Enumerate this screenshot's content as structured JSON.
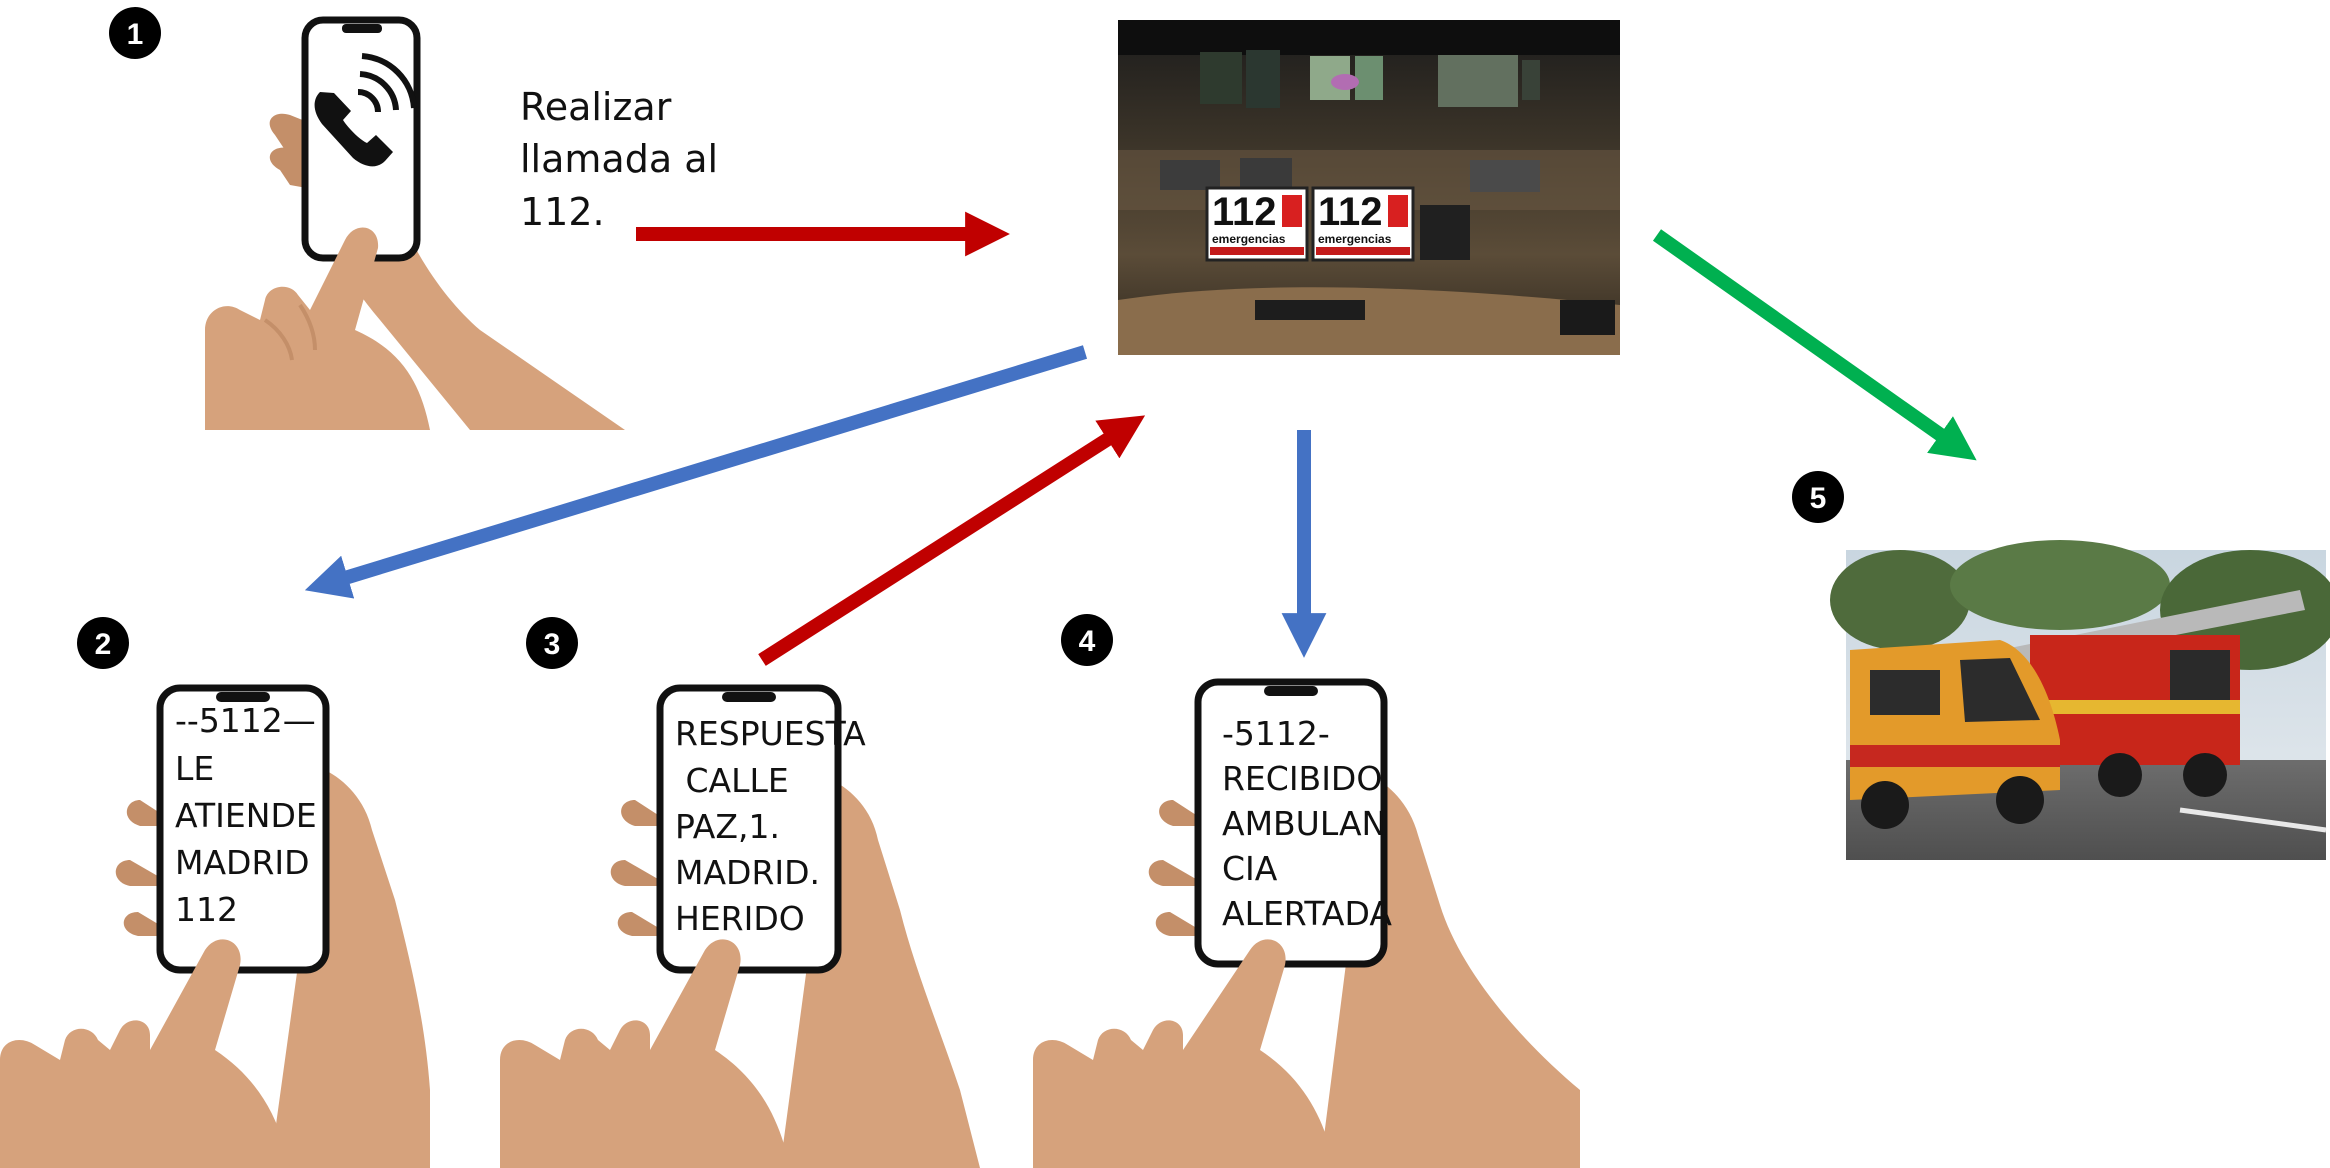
{
  "steps": [
    {
      "number": "1",
      "caption_lines": [
        "Realizar",
        "llamada al",
        "112."
      ]
    },
    {
      "number": "2",
      "screen_lines": [
        "--5112—",
        "LE",
        "ATIENDE",
        "MADRID",
        "112"
      ]
    },
    {
      "number": "3",
      "screen_lines": [
        "RESPUESTA",
        " CALLE",
        "PAZ,1.",
        "MADRID.",
        "HERIDO"
      ]
    },
    {
      "number": "4",
      "screen_lines": [
        "-5112-",
        "RECIBIDO",
        "AMBULAN",
        "CIA",
        "ALERTADA"
      ]
    },
    {
      "number": "5"
    }
  ],
  "control_room": {
    "logo_number": "112",
    "logo_text": "emergencias"
  },
  "colors": {
    "red_arrow": "#c00000",
    "blue_arrow": "#4472c4",
    "green_arrow": "#00b050",
    "skin": "#d6a27c",
    "skin_shadow": "#c48f69",
    "phone_frame": "#111111",
    "badge": "#000000"
  },
  "icons": {
    "call_phone": "phone-call-icon",
    "vehicles": "emergency-vehicles-photo",
    "control_room": "control-room-photo"
  }
}
